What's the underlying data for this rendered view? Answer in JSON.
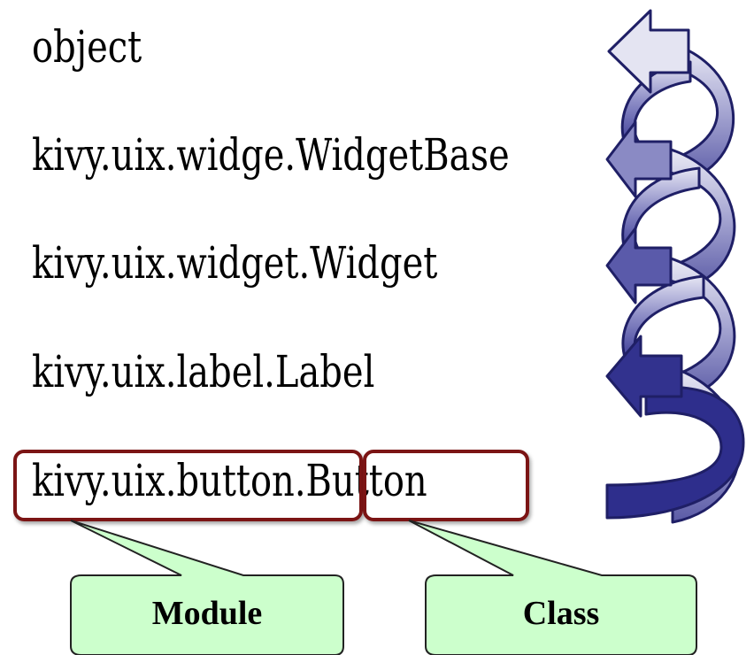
{
  "hierarchy": [
    "object",
    "kivy.uix.widge.WidgetBase",
    "kivy.uix.widget.Widget",
    "kivy.uix.label.Label",
    "kivy.uix.button.Button"
  ],
  "callouts": {
    "module_label": "Module",
    "class_label": "Class"
  },
  "colors": {
    "highlight_border": "#7b1414",
    "callout_fill": "#ccffcc",
    "arrow_outline": "#1f1f66",
    "arrow_dark": "#2e2e8c",
    "arrow_light": "#e4e4f2"
  },
  "icons": {
    "inheritance_arrow": "spiral-up-arrow-icon"
  }
}
